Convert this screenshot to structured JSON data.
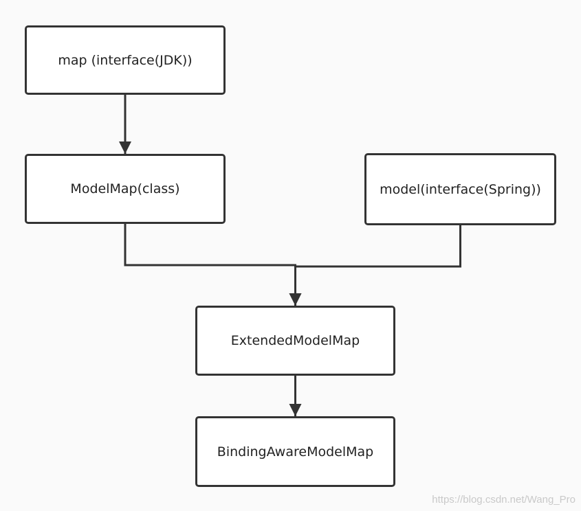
{
  "diagram": {
    "nodes": {
      "map": {
        "label": "map (interface(JDK))"
      },
      "model_map": {
        "label": "ModelMap(class)"
      },
      "model": {
        "label": "model(interface(Spring))"
      },
      "extended_model_map": {
        "label": "ExtendedModelMap"
      },
      "binding_aware_model_map": {
        "label": "BindingAwareModelMap"
      }
    },
    "edges": [
      {
        "from": "map",
        "to": "model_map"
      },
      {
        "from": "model_map",
        "to": "extended_model_map"
      },
      {
        "from": "model",
        "to": "extended_model_map"
      },
      {
        "from": "extended_model_map",
        "to": "binding_aware_model_map"
      }
    ]
  },
  "watermark": {
    "text": "https://blog.csdn.net/Wang_Pro"
  }
}
